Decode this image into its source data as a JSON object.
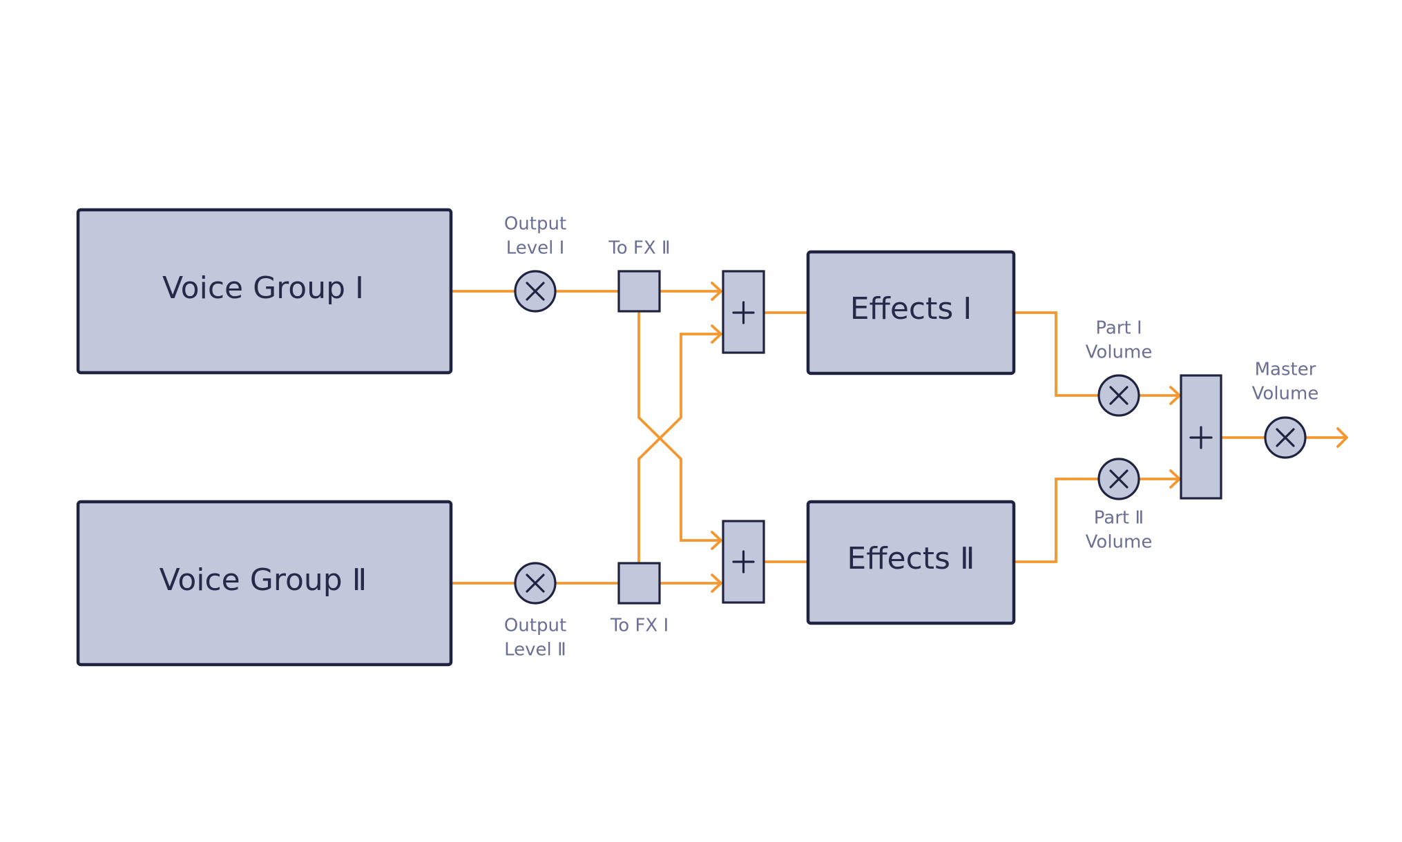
{
  "blocks": {
    "voice_group_1": "Voice Group Ⅰ",
    "voice_group_2": "Voice Group Ⅱ",
    "effects_1": "Effects Ⅰ",
    "effects_2": "Effects Ⅱ"
  },
  "labels": {
    "output_level_1": [
      "Output",
      "Level Ⅰ"
    ],
    "output_level_2": [
      "Output",
      "Level Ⅱ"
    ],
    "to_fx_2": "To FX Ⅱ",
    "to_fx_1": "To FX Ⅰ",
    "part_1_volume": [
      "Part Ⅰ",
      "Volume"
    ],
    "part_2_volume": [
      "Part Ⅱ",
      "Volume"
    ],
    "master_volume": [
      "Master",
      "Volume"
    ]
  },
  "colors": {
    "block_fill": "#c3c7dc",
    "block_stroke": "#1f2340",
    "signal_wire": "#f5962f",
    "label_text": "#6a6f93"
  },
  "symbols": {
    "multiplier": "multiply-icon",
    "adder": "plus-icon"
  }
}
